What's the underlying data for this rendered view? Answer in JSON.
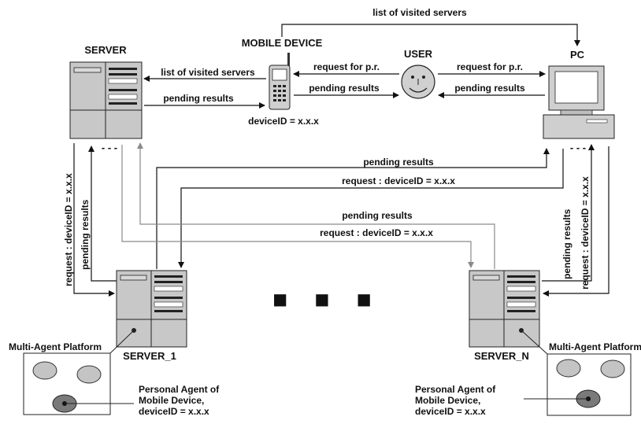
{
  "nodes": {
    "server": "SERVER",
    "mobile_device": "MOBILE DEVICE",
    "user": "USER",
    "pc": "PC",
    "server_1": "SERVER_1",
    "server_n": "SERVER_N"
  },
  "labels": {
    "list_visited_top": "list of visited servers",
    "list_visited_left": "list of visited servers",
    "pending_results_server": "pending results",
    "request_pr_left": "request for p.r.",
    "pending_results_user_left": "pending results",
    "request_pr_right": "request for p.r.",
    "pending_results_user_right": "pending results",
    "device_id": "deviceID = x.x.x",
    "pending_results_mid1": "pending results",
    "request_mid1": "request : deviceID = x.x.x",
    "pending_results_mid2": "pending results",
    "request_mid2": "request : deviceID = x.x.x",
    "left_vert_request": "request : deviceID = x.x.x",
    "left_vert_pending": "pending results",
    "right_vert_pending": "pending results",
    "right_vert_request": "request : deviceID = x.x.x",
    "dashes_left": "- - -",
    "dashes_right": "- - -",
    "ellipsis": "■ ■ ■"
  },
  "platform_left": {
    "title": "Multi-Agent Platform",
    "agent_line1": "Personal Agent of",
    "agent_line2": "Mobile Device,",
    "agent_line3": "deviceID = x.x.x"
  },
  "platform_right": {
    "title": "Multi-Agent Platform",
    "agent_line1": "Personal Agent of",
    "agent_line2": "Mobile Device,",
    "agent_line3": "deviceID = x.x.x"
  },
  "colors": {
    "line": "#111111",
    "gray_line": "#8a8a8a",
    "server_fill": "#c8c8c8",
    "user_face": "#d0d0d0",
    "ellipse_fill": "#c4c4c4",
    "agent_fill": "#7a7a7a"
  },
  "icons": [
    "server-icon",
    "mobile-phone-icon",
    "user-face-icon",
    "pc-icon"
  ]
}
